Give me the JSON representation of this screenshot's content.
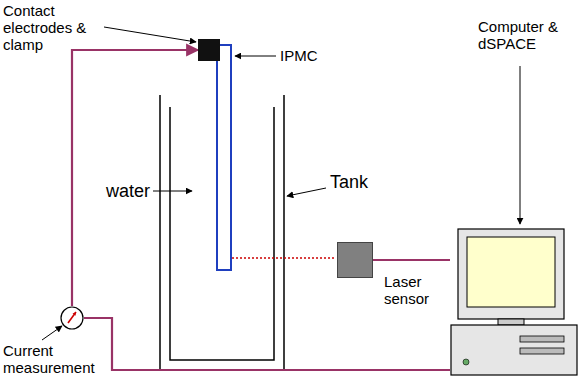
{
  "diagram": {
    "nodes": [
      {
        "text": [
          "Contact electrodes & clamp"
        ]
      },
      {
        "text": [
          "Laser sensor"
        ]
      },
      {
        "text": [
          "Computer & dSPACE"
        ]
      },
      {
        "text": [
          "Current measurement"
        ]
      }
    ],
    "edges": [
      {
        "from": 3,
        "to": 0,
        "arrow": "to"
      },
      {
        "from": 1,
        "to": 2,
        "arrow": "none"
      },
      {
        "from": 3,
        "to": 2,
        "arrow": "none"
      }
    ],
    "labels": [
      "IPMC",
      "water",
      "Tank"
    ]
  }
}
